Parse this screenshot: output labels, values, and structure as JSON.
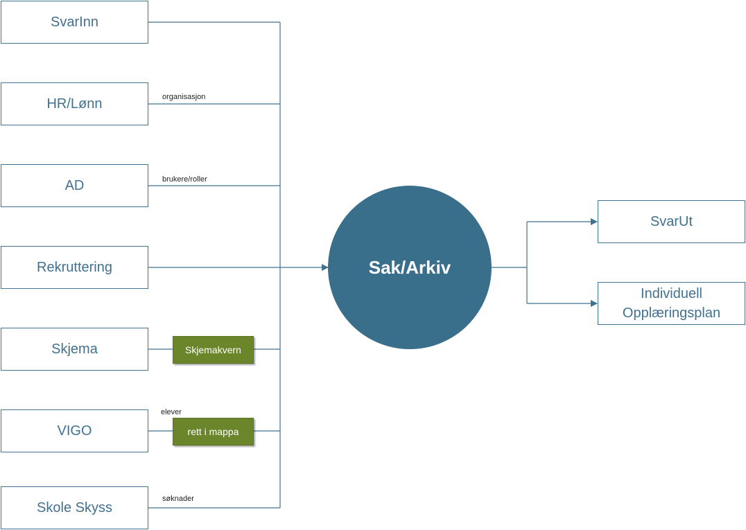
{
  "colors": {
    "accent": "#41718f",
    "circle_fill": "#3a6f8c",
    "box_border": "#41718f",
    "green_fill": "#6a852a",
    "connector": "#41718f"
  },
  "sources": [
    {
      "label": "SvarInn"
    },
    {
      "label": "HR/Lønn"
    },
    {
      "label": "AD"
    },
    {
      "label": "Rekruttering"
    },
    {
      "label": "Skjema"
    },
    {
      "label": "VIGO"
    },
    {
      "label": "Skole Skyss"
    }
  ],
  "edge_labels": {
    "organisasjon": "organisasjon",
    "brukere_roller": "brukere/roller",
    "elever": "elever",
    "soknader": "søknader"
  },
  "intermediates": {
    "skjemakvern": "Skjemakvern",
    "rett_i_mappa": "rett i mappa"
  },
  "center": {
    "label": "Sak/Arkiv"
  },
  "targets": [
    {
      "label": "SvarUt"
    },
    {
      "label_line1": "Individuell",
      "label_line2": "Opplæringsplan"
    }
  ]
}
